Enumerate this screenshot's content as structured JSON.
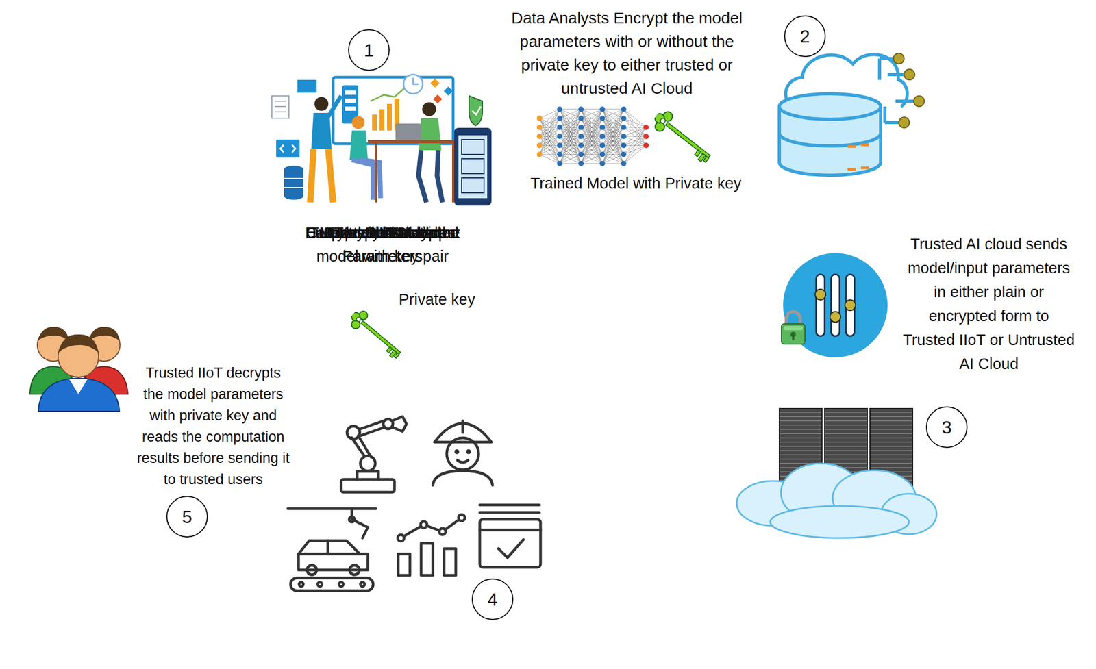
{
  "diagram": {
    "nodes": [
      {
        "text": [
          "Data Analysts train the model with key pair"
        ]
      },
      {
        "text": [
          "Trusted AI cloud"
        ]
      },
      {
        "text": [
          "Trusted Users"
        ]
      },
      {
        "text": [
          "Model Parameters"
        ]
      },
      {
        "text": [
          "Encrypted Model/Input Parameters"
        ]
      },
      {
        "text": [
          "Untrusted AI cloud"
        ]
      },
      {
        "text": [
          "Output with Encrypted Parameters"
        ]
      },
      {
        "text": [
          "Trusted IIoT Services"
        ]
      },
      {
        "text": [
          "Decrypted Model Parameters"
        ]
      }
    ],
    "edges": [
      {
        "from": 0,
        "to": 1,
        "arrow": "to",
        "label": "Trained Model with Private key"
      },
      {
        "from": 0,
        "to": 7,
        "arrow": "to",
        "label": "Private key"
      },
      {
        "from": 0,
        "to": 4,
        "arrow": "none"
      },
      {
        "from": 4,
        "to": 5,
        "arrow": "to"
      },
      {
        "from": 1,
        "to": 3,
        "arrow": "none"
      },
      {
        "from": 3,
        "to": 7,
        "arrow": "to"
      },
      {
        "from": 1,
        "to": 5,
        "arrow": "to"
      },
      {
        "from": 5,
        "to": 6,
        "arrow": "to"
      },
      {
        "from": 6,
        "to": 7,
        "arrow": "to"
      },
      {
        "from": 7,
        "to": 8,
        "arrow": "to"
      },
      {
        "from": 8,
        "to": 2,
        "arrow": "to"
      }
    ],
    "labels": [
      "1",
      "2",
      "3",
      "4",
      "5",
      "Data Analysts Encrypt the model parameters with or without the private key to either trusted or untrusted AI Cloud",
      "Trusted AI cloud sends model/input parameters in either plain or encrypted form to Trusted IIoT or Untrusted AI Cloud",
      "Trusted IIoT decrypts the model parameters with private key and reads the computation results before sending it to trusted users"
    ]
  }
}
